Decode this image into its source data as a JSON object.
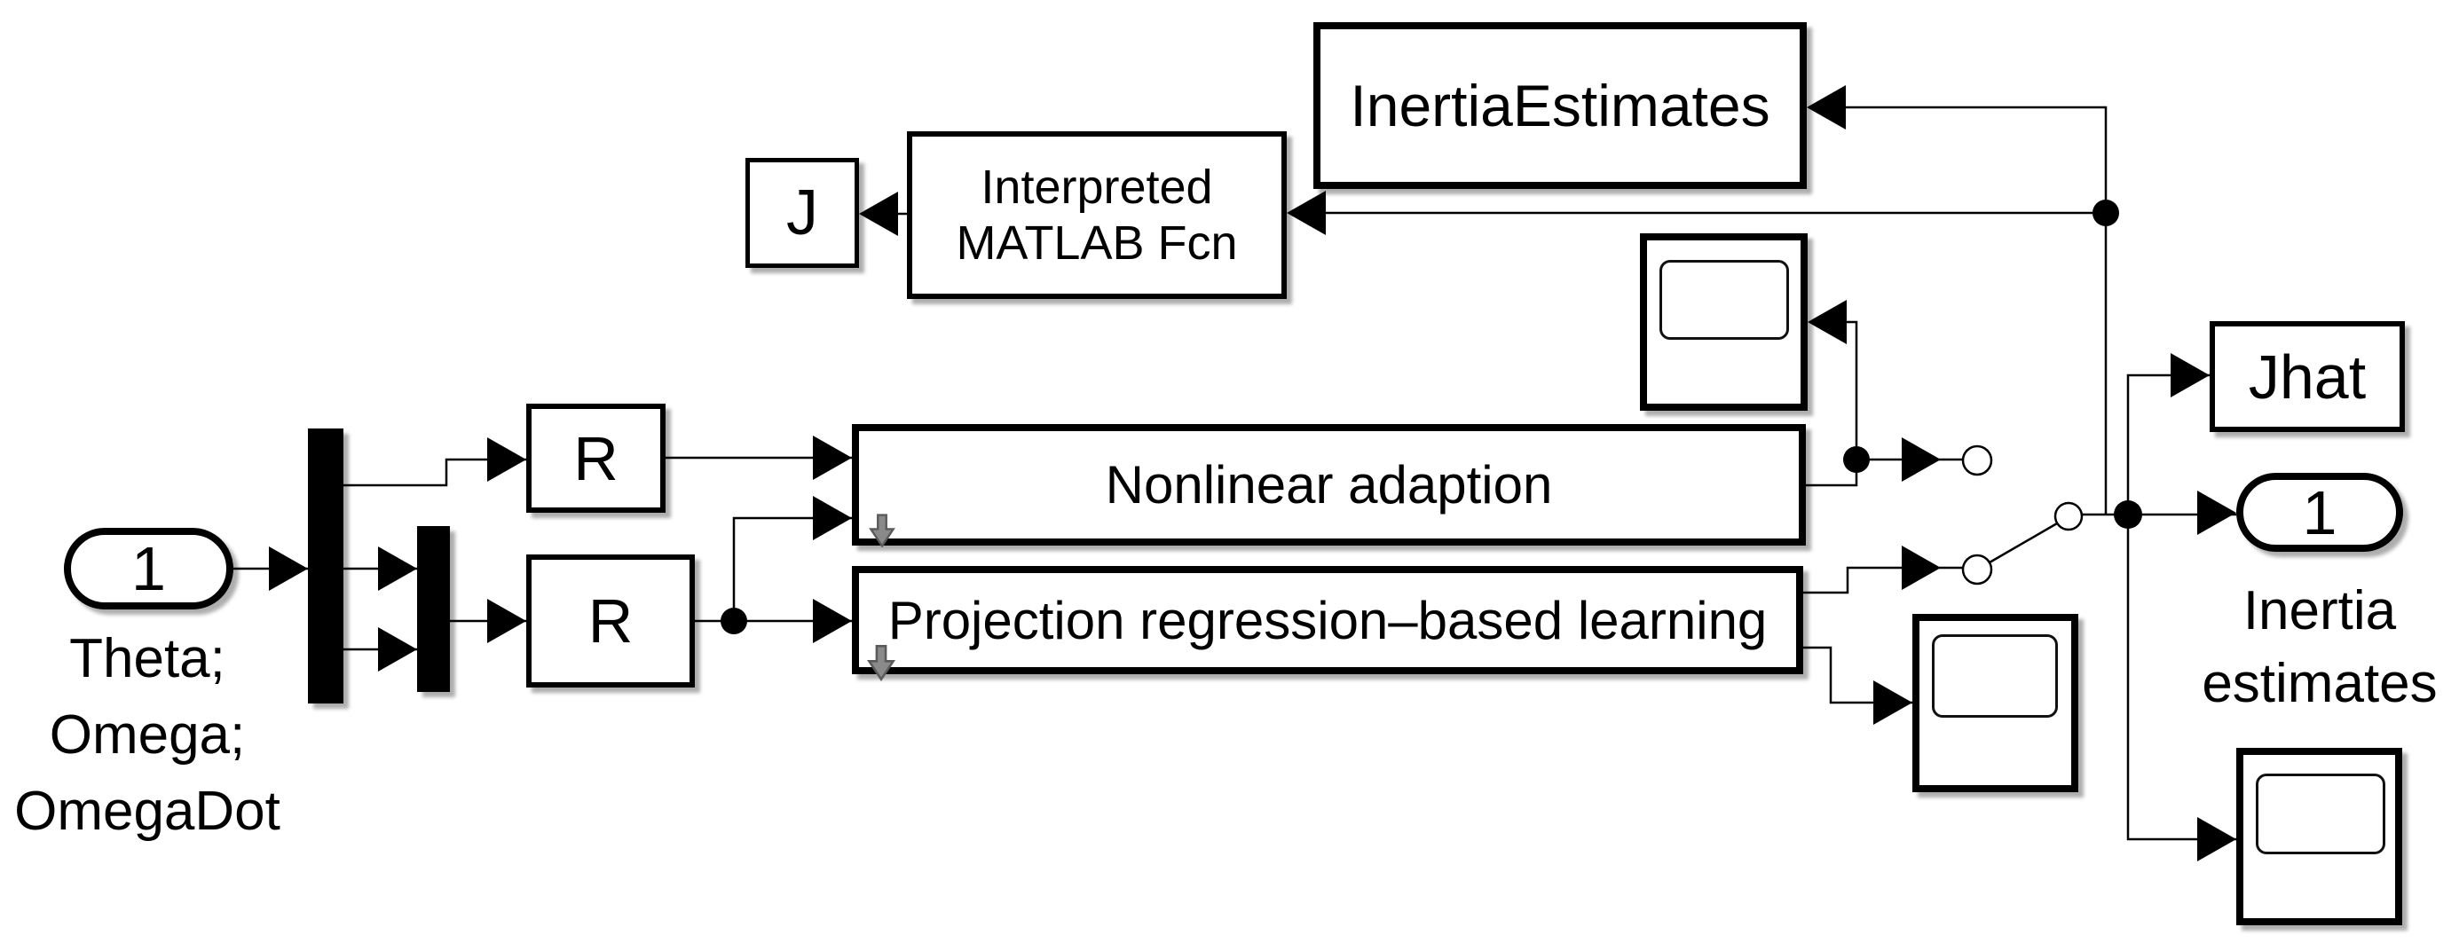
{
  "diagram": {
    "inport": {
      "number": "1",
      "signal_label": "Theta;\nOmega;\nOmegaDot"
    },
    "reshape_top": {
      "label": "R"
    },
    "reshape_bottom": {
      "label": "R"
    },
    "nonlinear": {
      "label": "Nonlinear adaption"
    },
    "projection": {
      "label": "Projection regression–based learning"
    },
    "matlab_fcn": {
      "label": "Interpreted\nMATLAB Fcn"
    },
    "display_j": {
      "label": "J"
    },
    "inertia_estimates_block": {
      "label": "InertiaEstimates"
    },
    "jhat": {
      "label": "Jhat"
    },
    "outport": {
      "number": "1",
      "signal_label": "Inertia\nestimates"
    }
  },
  "icons": {
    "scope_screen": "rounded-rectangle-screen",
    "subsystem_badge": "gray-down-arrow",
    "junction": "filled-dot",
    "switch_port": "open-circle"
  },
  "colors": {
    "background": "#ffffff",
    "line": "#000000",
    "block_border": "#000000",
    "badge_fill": "#8a8a8a",
    "badge_stroke": "#5a5a5a"
  }
}
